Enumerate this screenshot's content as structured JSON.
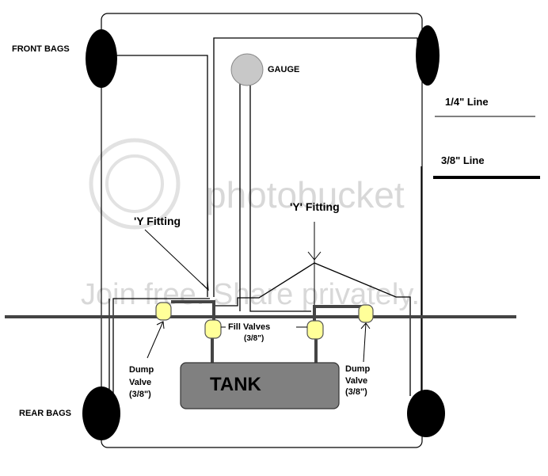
{
  "labels": {
    "front_bags": "FRONT BAGS",
    "rear_bags": "REAR BAGS",
    "gauge": "GAUGE",
    "y_fitting_left": "'Y Fitting",
    "y_fitting_right": "'Y' Fitting",
    "fill_valves": "Fill Valves",
    "fill_valves_size": "(3/8\")",
    "tank": "TANK",
    "dump_valve_left": [
      "Dump",
      "Valve",
      "(3/8\")"
    ],
    "dump_valve_right": [
      "Dump",
      "Valve",
      "(3/8\")"
    ]
  },
  "legend": {
    "thin_line": "1/4\" Line",
    "thick_line": "3/8\" Line"
  },
  "watermark": {
    "brand": "photobucket",
    "slogan": "Join free. Share privately."
  },
  "colors": {
    "thin_line": "#000000",
    "thick_line": "#444444",
    "valve_fill": "#ffff99",
    "tank_fill": "#808080",
    "gauge_fill": "#c8c8c8",
    "bag_fill": "#000000"
  }
}
